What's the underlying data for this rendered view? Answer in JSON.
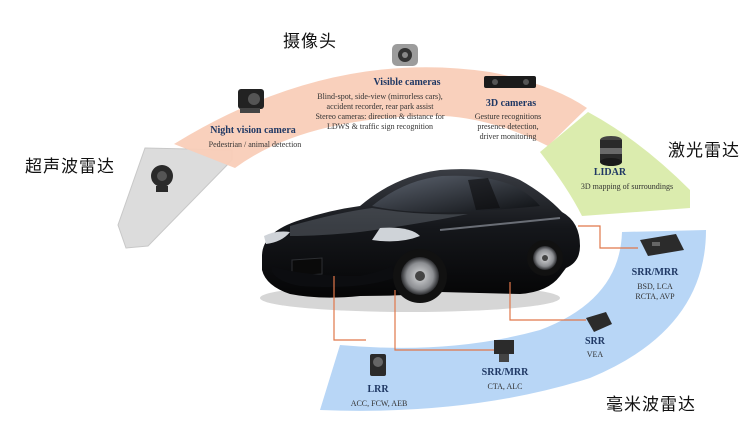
{
  "groups": {
    "ultrasonic": "超声波雷达",
    "camera": "摄像头",
    "lidar": "激光雷达",
    "mmwave": "毫米波雷达"
  },
  "night_vision": {
    "title": "Night vision camera",
    "desc": "Pedestrian / animal detection"
  },
  "visible": {
    "title": "Visible cameras",
    "lines": [
      "Blind-spot, side-view (mirrorless cars),",
      "accident recorder, rear park assist",
      "Stereo cameras: direction & distance for",
      "LDWS & traffic sign recognition"
    ]
  },
  "cam3d": {
    "title": "3D cameras",
    "lines": [
      "Gesture recognitions",
      "presence detection,",
      "driver monitoring"
    ]
  },
  "lidar": {
    "title": "LIDAR",
    "desc": "3D mapping of surroundings"
  },
  "srr_mrr_right": {
    "title": "SRR/MRR",
    "lines": [
      "BSD, LCA",
      "RCTA, AVP"
    ]
  },
  "srr": {
    "title": "SRR",
    "desc": "VEA"
  },
  "srr_mrr_bottom": {
    "title": "SRR/MRR",
    "desc": "CTA, ALC"
  },
  "lrr": {
    "title": "LRR",
    "desc": "ACC, FCW, AEB"
  },
  "colors": {
    "camera_band": "#f9cdb8",
    "ultrasonic_band": "#dcdcdc",
    "lidar_band": "#d9ebaa",
    "radar_band": "#b4d4f6",
    "connector": "#e0774a",
    "label_blue": "#1f3864"
  }
}
